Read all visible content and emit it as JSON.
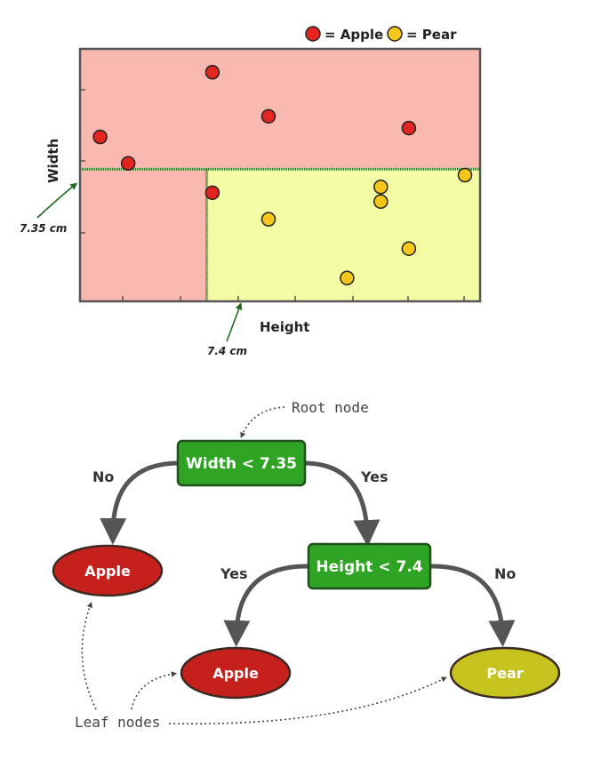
{
  "legend": {
    "apple_label": "= Apple",
    "pear_label": "= Pear",
    "apple_color": "#e2261f",
    "pear_color": "#f5c61c"
  },
  "chart_data": {
    "type": "scatter",
    "xlabel": "Height",
    "ylabel": "Width",
    "x_split_label": "7.4 cm",
    "y_split_label": "7.35 cm",
    "x_split": 7.4,
    "y_split": 7.35,
    "xlim": [
      5.3,
      12.0
    ],
    "ylim": [
      5.3,
      9.2
    ],
    "region_colors": {
      "apple": "#f9b8b0",
      "pear": "#f3fba4"
    },
    "series": [
      {
        "name": "Apple",
        "points": [
          {
            "x": 5.5,
            "y": 7.9
          },
          {
            "x": 6.0,
            "y": 7.45
          },
          {
            "x": 7.5,
            "y": 9.0
          },
          {
            "x": 8.5,
            "y": 8.25
          },
          {
            "x": 11.0,
            "y": 8.05
          },
          {
            "x": 7.5,
            "y": 6.95
          }
        ]
      },
      {
        "name": "Pear",
        "points": [
          {
            "x": 8.5,
            "y": 6.5
          },
          {
            "x": 9.9,
            "y": 5.5
          },
          {
            "x": 10.5,
            "y": 7.05
          },
          {
            "x": 10.5,
            "y": 6.8
          },
          {
            "x": 11.0,
            "y": 6.0
          },
          {
            "x": 12.0,
            "y": 7.25
          }
        ]
      }
    ]
  },
  "tree": {
    "root_annotation": "Root node",
    "leaf_annotation": "Leaf nodes",
    "root_condition": "Width < 7.35",
    "root_no": "No",
    "root_yes": "Yes",
    "second_condition": "Height < 7.4",
    "second_yes": "Yes",
    "second_no": "No",
    "leaf_left": "Apple",
    "leaf_middle": "Apple",
    "leaf_right": "Pear",
    "colors": {
      "decision": "#2fa424",
      "apple_leaf": "#c5201c",
      "pear_leaf": "#c6c31f"
    }
  }
}
